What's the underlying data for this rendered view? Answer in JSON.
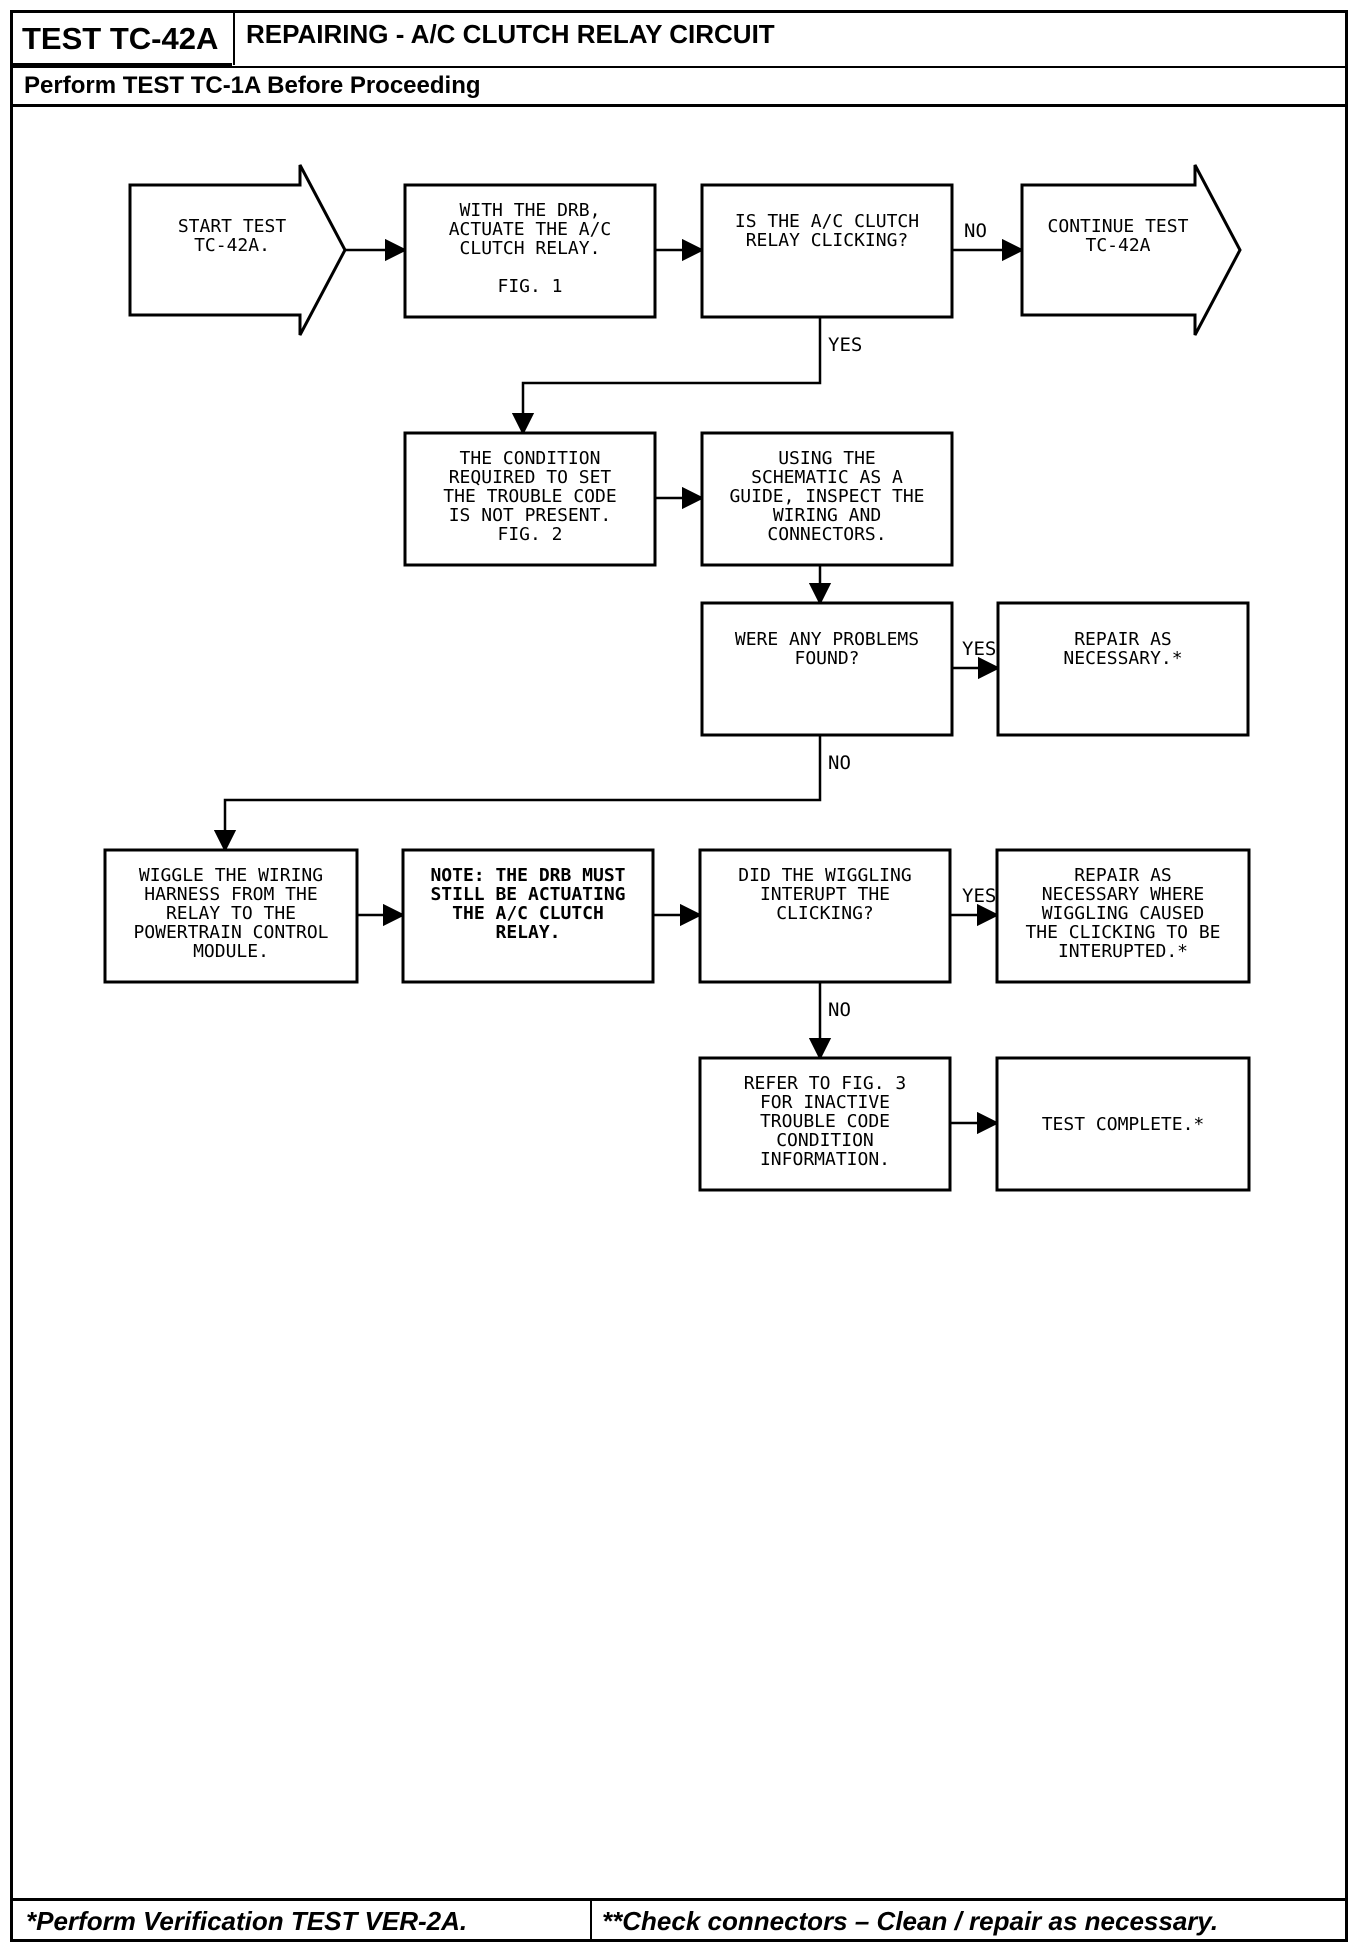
{
  "header": {
    "test_id": "TEST TC-42A",
    "title": "REPAIRING - A/C CLUTCH RELAY CIRCUIT",
    "subtitle": "Perform TEST TC-1A Before Proceeding"
  },
  "footer": {
    "left_note": "*Perform Verification TEST VER-2A.",
    "right_note": "**Check connectors – Clean / repair as necessary."
  },
  "flowchart": {
    "nodes": [
      {
        "id": "start",
        "shape": "arrow",
        "lines": [
          "START TEST",
          "TC-42A."
        ]
      },
      {
        "id": "actuate",
        "shape": "box",
        "lines": [
          "WITH THE DRB,",
          "ACTUATE THE A/C",
          "CLUTCH RELAY.",
          "",
          "FIG. 1"
        ]
      },
      {
        "id": "clicking",
        "shape": "box",
        "lines": [
          "IS THE A/C CLUTCH",
          "RELAY CLICKING?"
        ]
      },
      {
        "id": "continue",
        "shape": "arrow",
        "lines": [
          "CONTINUE TEST",
          "TC-42A"
        ]
      },
      {
        "id": "condition",
        "shape": "box",
        "lines": [
          "THE CONDITION",
          "REQUIRED TO SET",
          "THE TROUBLE CODE",
          "IS NOT PRESENT.",
          "FIG. 2"
        ]
      },
      {
        "id": "inspect",
        "shape": "box",
        "lines": [
          "USING THE",
          "SCHEMATIC AS A",
          "GUIDE, INSPECT THE",
          "WIRING AND",
          "CONNECTORS."
        ]
      },
      {
        "id": "problems",
        "shape": "box",
        "lines": [
          "WERE ANY PROBLEMS",
          "FOUND?"
        ]
      },
      {
        "id": "repair1",
        "shape": "box",
        "lines": [
          "REPAIR AS",
          "NECESSARY.*"
        ]
      },
      {
        "id": "wiggle",
        "shape": "box",
        "lines": [
          "WIGGLE THE WIRING",
          "HARNESS FROM THE",
          "RELAY TO THE",
          "POWERTRAIN CONTROL",
          "MODULE."
        ]
      },
      {
        "id": "note",
        "shape": "box",
        "bold": true,
        "lines": [
          "NOTE: THE DRB MUST",
          "STILL BE ACTUATING",
          "THE A/C CLUTCH",
          "RELAY."
        ]
      },
      {
        "id": "interrupt",
        "shape": "box",
        "lines": [
          "DID THE WIGGLING",
          "INTERUPT THE",
          "CLICKING?"
        ]
      },
      {
        "id": "repair2",
        "shape": "box",
        "lines": [
          "REPAIR AS",
          "NECESSARY WHERE",
          "WIGGLING CAUSED",
          "THE CLICKING TO BE",
          "INTERUPTED.*"
        ]
      },
      {
        "id": "refer",
        "shape": "box",
        "lines": [
          "REFER TO FIG. 3",
          "FOR INACTIVE",
          "TROUBLE CODE",
          "CONDITION",
          "INFORMATION."
        ]
      },
      {
        "id": "complete",
        "shape": "box",
        "lines": [
          "TEST COMPLETE.*"
        ]
      }
    ],
    "edges": [
      {
        "from": "start",
        "to": "actuate",
        "label": ""
      },
      {
        "from": "actuate",
        "to": "clicking",
        "label": ""
      },
      {
        "from": "clicking",
        "to": "continue",
        "label": "NO"
      },
      {
        "from": "clicking",
        "to": "condition",
        "label": "YES"
      },
      {
        "from": "condition",
        "to": "inspect",
        "label": ""
      },
      {
        "from": "inspect",
        "to": "problems",
        "label": ""
      },
      {
        "from": "problems",
        "to": "repair1",
        "label": "YES"
      },
      {
        "from": "problems",
        "to": "wiggle",
        "label": "NO"
      },
      {
        "from": "wiggle",
        "to": "note",
        "label": ""
      },
      {
        "from": "note",
        "to": "interrupt",
        "label": ""
      },
      {
        "from": "interrupt",
        "to": "repair2",
        "label": "YES"
      },
      {
        "from": "interrupt",
        "to": "refer",
        "label": "NO"
      },
      {
        "from": "refer",
        "to": "complete",
        "label": ""
      }
    ]
  }
}
